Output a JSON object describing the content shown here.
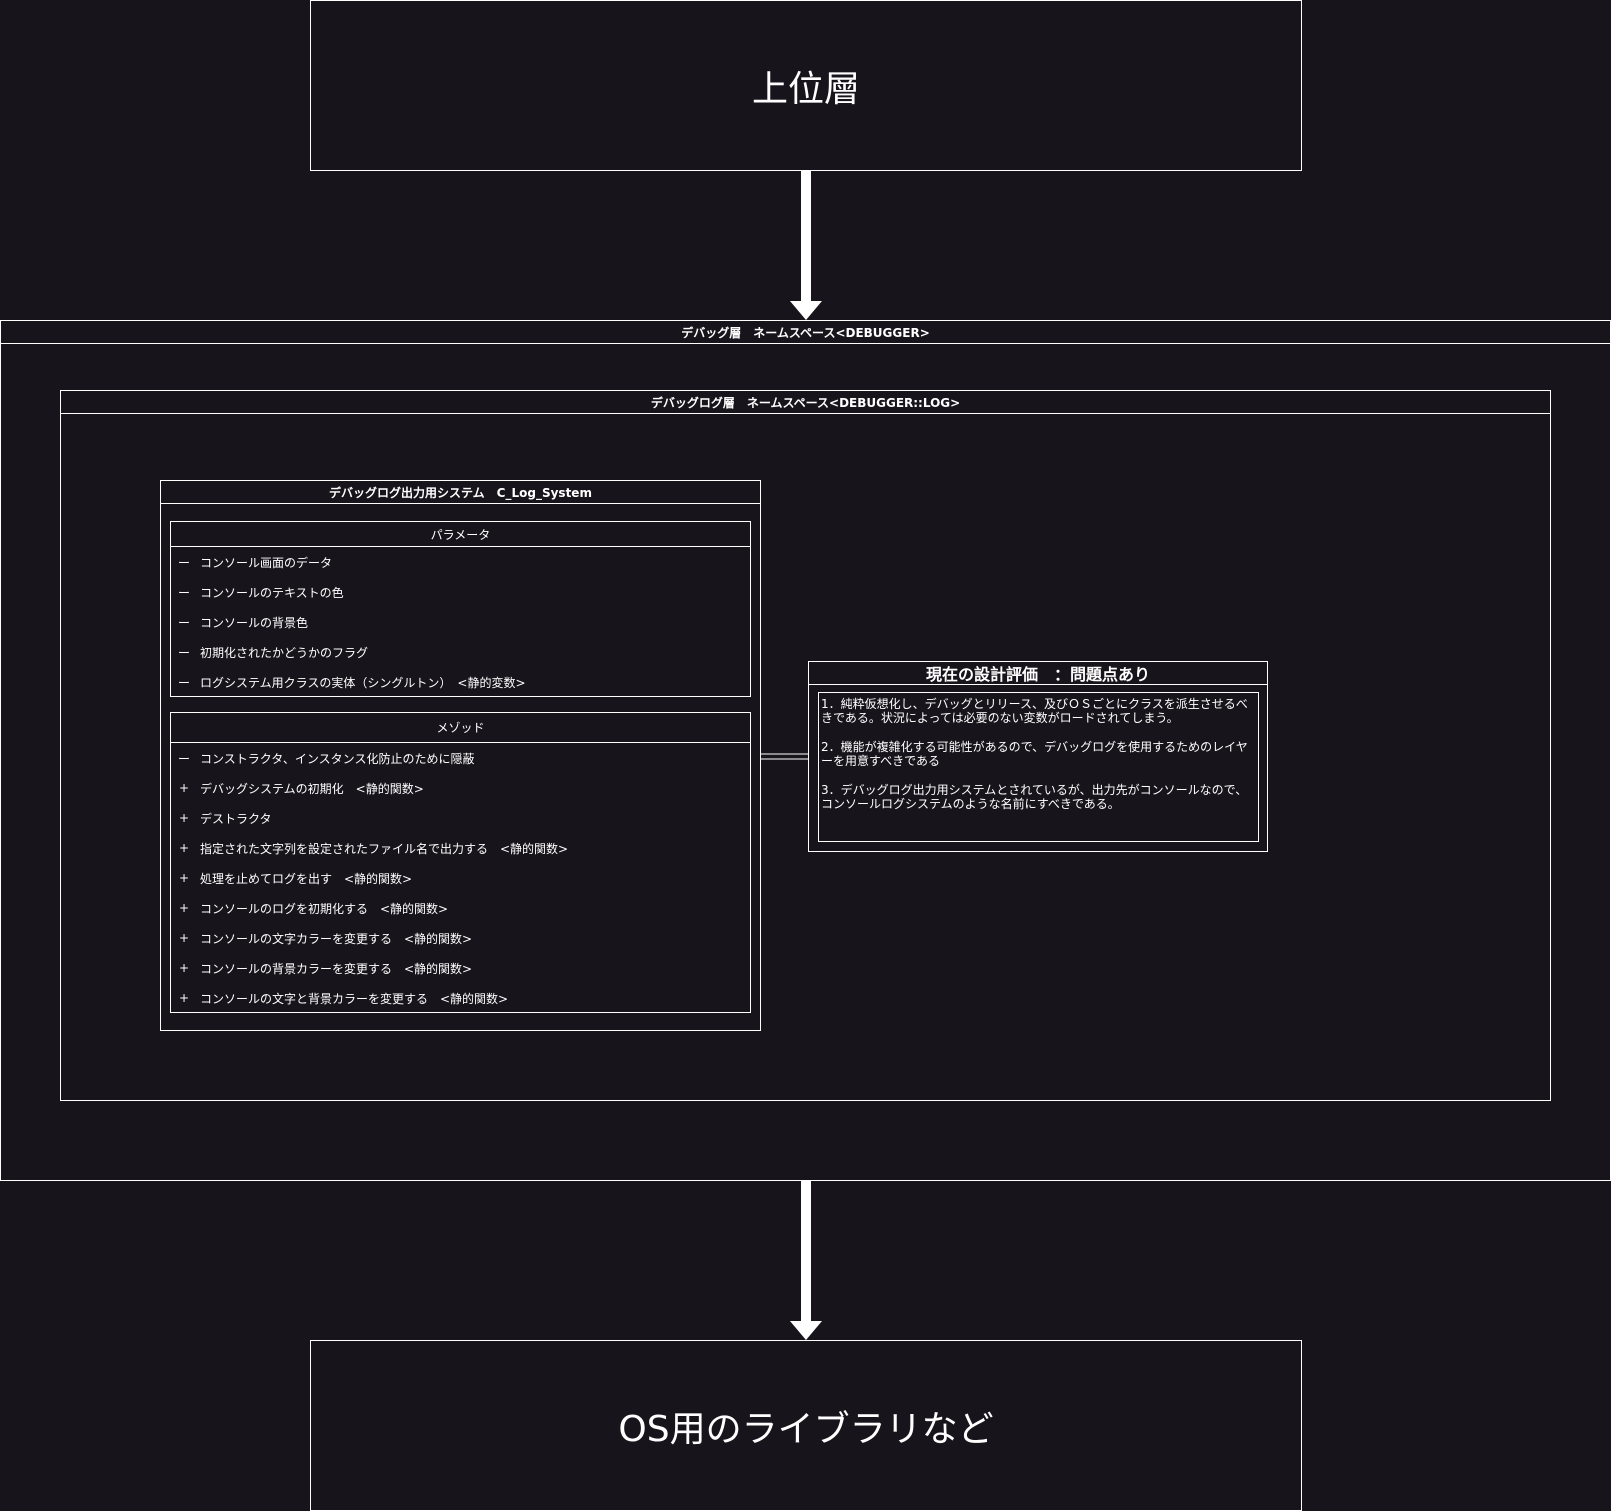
{
  "upper_layer": {
    "label": "上位層"
  },
  "os_layer": {
    "label": "OS用のライブラリなど"
  },
  "debug_layer": {
    "title": "デバッグ層　ネームスペース<DEBUGGER>"
  },
  "debug_log_layer": {
    "title": "デバッグログ層　ネームスペース<DEBUGGER::LOG>"
  },
  "log_system_class": {
    "title": "デバッグログ出力用システム　C_Log_System",
    "params": {
      "header": "パラメータ",
      "items": [
        {
          "visibility": "ー",
          "text": "コンソール画面のデータ"
        },
        {
          "visibility": "ー",
          "text": "コンソールのテキストの色"
        },
        {
          "visibility": "ー",
          "text": "コンソールの背景色"
        },
        {
          "visibility": "ー",
          "text": "初期化されたかどうかのフラグ"
        },
        {
          "visibility": "ー",
          "text": "ログシステム用クラスの実体（シングルトン）　<静的変数>"
        }
      ]
    },
    "methods": {
      "header": "メゾッド",
      "items": [
        {
          "visibility": "ー",
          "text": "コンストラクタ、インスタンス化防止のために隠蔽"
        },
        {
          "visibility": "+",
          "text": "デバッグシステムの初期化　<静的関数>"
        },
        {
          "visibility": "+",
          "text": "デストラクタ"
        },
        {
          "visibility": "+",
          "text": "指定された文字列を設定されたファイル名で出力する　<静的関数>"
        },
        {
          "visibility": "+",
          "text": "処理を止めてログを出す　<静的関数>"
        },
        {
          "visibility": "+",
          "text": "コンソールのログを初期化する　<静的関数>"
        },
        {
          "visibility": "+",
          "text": "コンソールの文字カラーを変更する　<静的関数>"
        },
        {
          "visibility": "+",
          "text": "コンソールの背景カラーを変更する　<静的関数>"
        },
        {
          "visibility": "+",
          "text": "コンソールの文字と背景カラーを変更する　<静的関数>"
        }
      ]
    }
  },
  "evaluation_note": {
    "title": "現在の設計評価　：問題点あり",
    "points": [
      "1．純粋仮想化し、デバッグとリリース、及びＯＳごとにクラスを派生させるべきである。状況によっては必要のない変数がロードされてしまう。",
      "2．機能が複雑化する可能性があるので、デバッグログを使用するためのレイヤーを用意すべきである",
      "3．デバッグログ出力用システムとされているが、出力先がコンソールなので、コンソールログシステムのような名前にすべきである。"
    ]
  },
  "colors": {
    "background": "#18141c",
    "stroke": "#ffffff"
  }
}
